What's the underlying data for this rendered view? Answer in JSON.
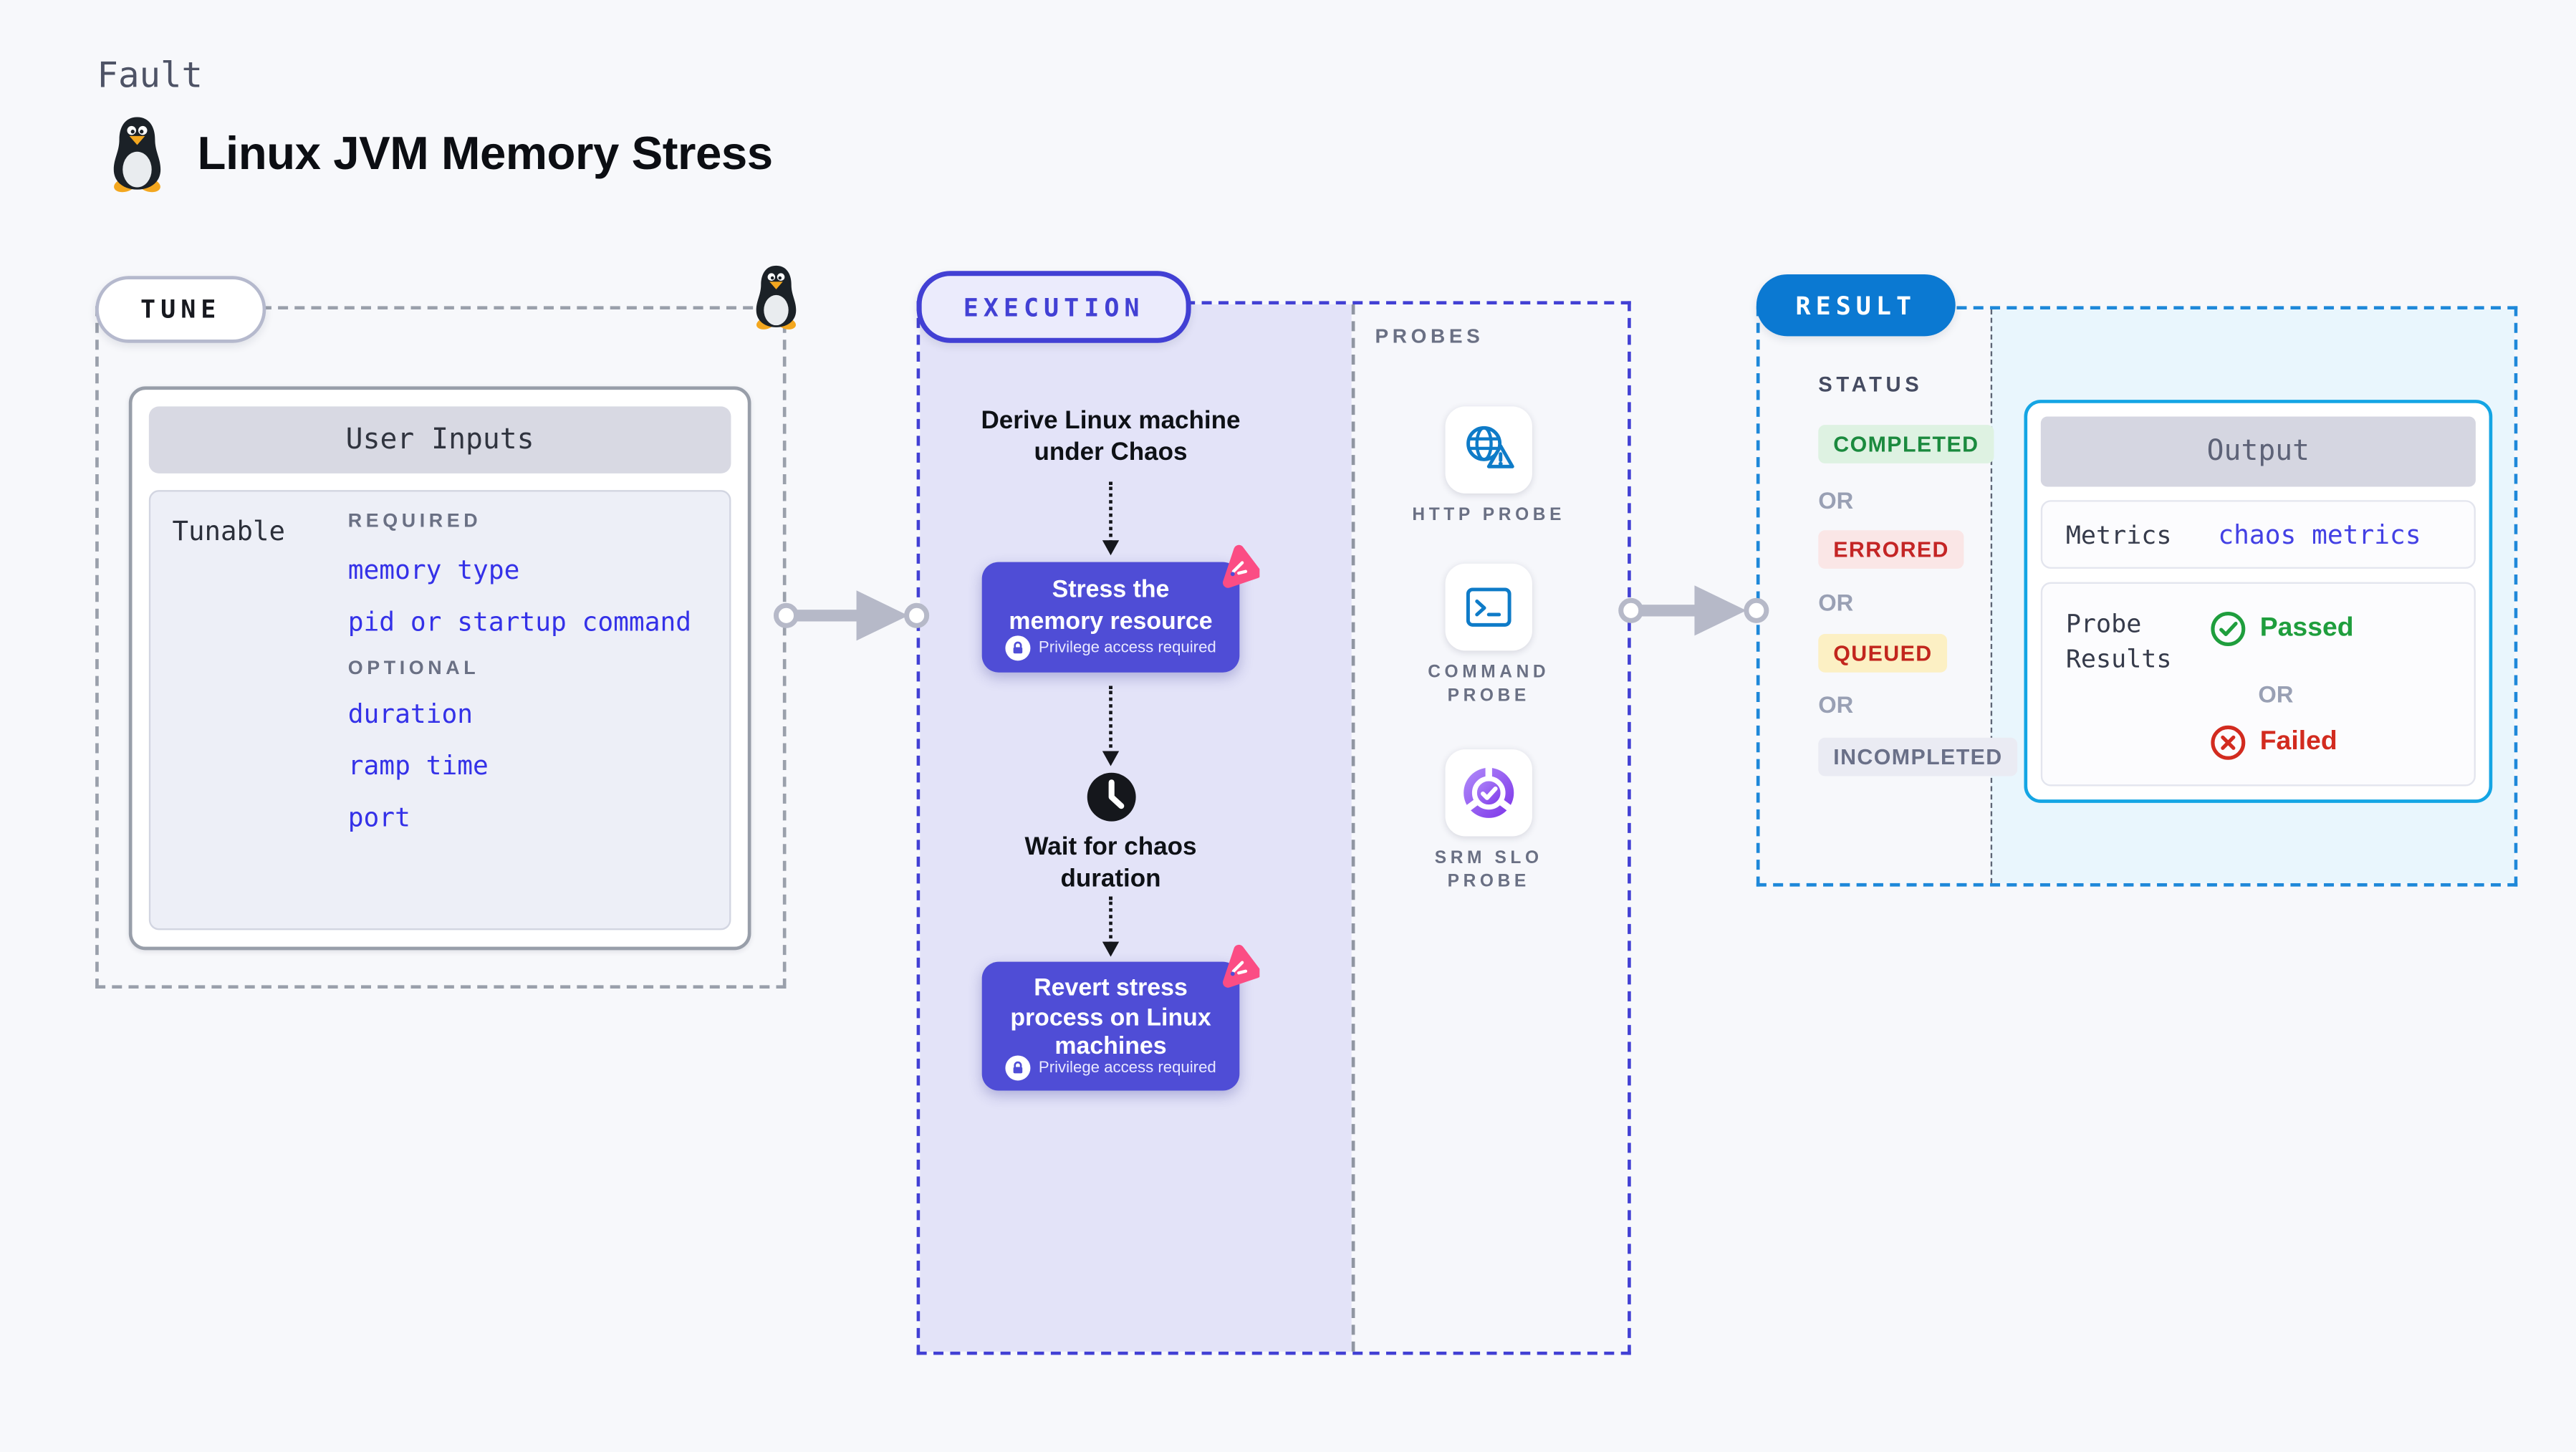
{
  "header": {
    "eyebrow": "Fault",
    "title": "Linux JVM Memory Stress"
  },
  "tune": {
    "label": "TUNE",
    "card_title": "User Inputs",
    "row_label": "Tunable",
    "required_label": "REQUIRED",
    "required_items": [
      "memory type",
      "pid or startup command"
    ],
    "optional_label": "OPTIONAL",
    "optional_items": [
      "duration",
      "ramp time",
      "port"
    ]
  },
  "execution": {
    "label": "EXECUTION",
    "step_derive": "Derive Linux machine\nunder Chaos",
    "stress_card": {
      "title": "Stress the\nmemory resource",
      "note": "Privilege access required"
    },
    "step_wait": "Wait for chaos\nduration",
    "revert_card": {
      "title": "Revert stress\nprocess on Linux\nmachines",
      "note": "Privilege access required"
    }
  },
  "probes": {
    "label": "PROBES",
    "items": [
      {
        "name": "HTTP PROBE",
        "icon": "globe-alert-icon"
      },
      {
        "name": "COMMAND\nPROBE",
        "icon": "terminal-icon"
      },
      {
        "name": "SRM SLO\nPROBE",
        "icon": "slo-pie-check-icon"
      }
    ]
  },
  "result": {
    "label": "RESULT",
    "status_label": "STATUS",
    "or": "OR",
    "badges": [
      {
        "text": "COMPLETED",
        "color": "#1b8a3e",
        "bg": "#def2e2"
      },
      {
        "text": "ERRORED",
        "color": "#c42525",
        "bg": "#fae6e6"
      },
      {
        "text": "QUEUED",
        "color": "#c2261d",
        "bg": "#fcf0c4"
      },
      {
        "text": "INCOMPLETED",
        "color": "#6a7088",
        "bg": "#eaebf3"
      }
    ],
    "output": {
      "title": "Output",
      "metrics_label": "Metrics",
      "metrics_value": "chaos metrics",
      "probe_results_label": "Probe Results",
      "passed": "Passed",
      "or": "OR",
      "failed": "Failed"
    }
  },
  "colors": {
    "page_bg": "#f7f8fb",
    "accent_indigo": "#4240d4",
    "card_indigo": "#4f4dd6",
    "lavender_fill": "#e3e3f8",
    "accent_blue": "#0b79d2",
    "output_border": "#14a5e4",
    "output_fill": "#e9f6fd",
    "link_blue": "#3431e8",
    "litmus_pink": "#fb4d84",
    "passed_green": "#1f9e3d",
    "failed_red": "#d22b1f"
  }
}
